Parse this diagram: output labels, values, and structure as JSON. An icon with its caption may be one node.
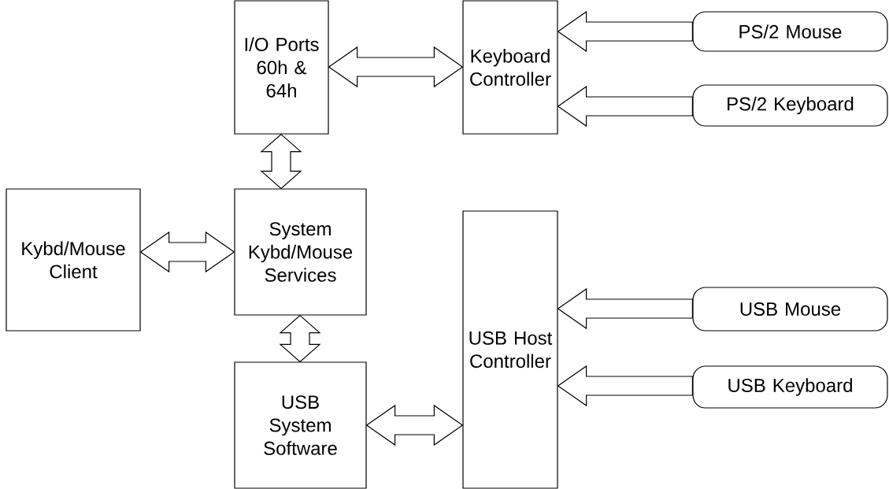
{
  "diagram": {
    "nodes": [
      {
        "text": [
          "I/O Ports 60h & 64h"
        ]
      },
      {
        "text": [
          "Keyboard Controller"
        ]
      },
      {
        "text": [
          "PS/2 Mouse"
        ]
      },
      {
        "text": [
          "PS/2 Keyboard"
        ]
      },
      {
        "text": [
          "Kybd/Mouse Client"
        ]
      },
      {
        "text": [
          "System Kybd/Mouse Services"
        ]
      },
      {
        "text": [
          "USB Host Controller"
        ]
      },
      {
        "text": [
          "USB Mouse"
        ]
      },
      {
        "text": [
          "USB Keyboard"
        ]
      },
      {
        "text": [
          "USB System Software"
        ]
      }
    ],
    "edges": [
      {
        "from": 0,
        "to": 1,
        "arrow": "both"
      },
      {
        "from": 2,
        "to": 1,
        "arrow": "to"
      },
      {
        "from": 3,
        "to": 1,
        "arrow": "to"
      },
      {
        "from": 0,
        "to": 5,
        "arrow": "both"
      },
      {
        "from": 4,
        "to": 5,
        "arrow": "both"
      },
      {
        "from": 5,
        "to": 9,
        "arrow": "both"
      },
      {
        "from": 9,
        "to": 6,
        "arrow": "both"
      },
      {
        "from": 7,
        "to": 6,
        "arrow": "to"
      },
      {
        "from": 8,
        "to": 6,
        "arrow": "to"
      }
    ]
  }
}
